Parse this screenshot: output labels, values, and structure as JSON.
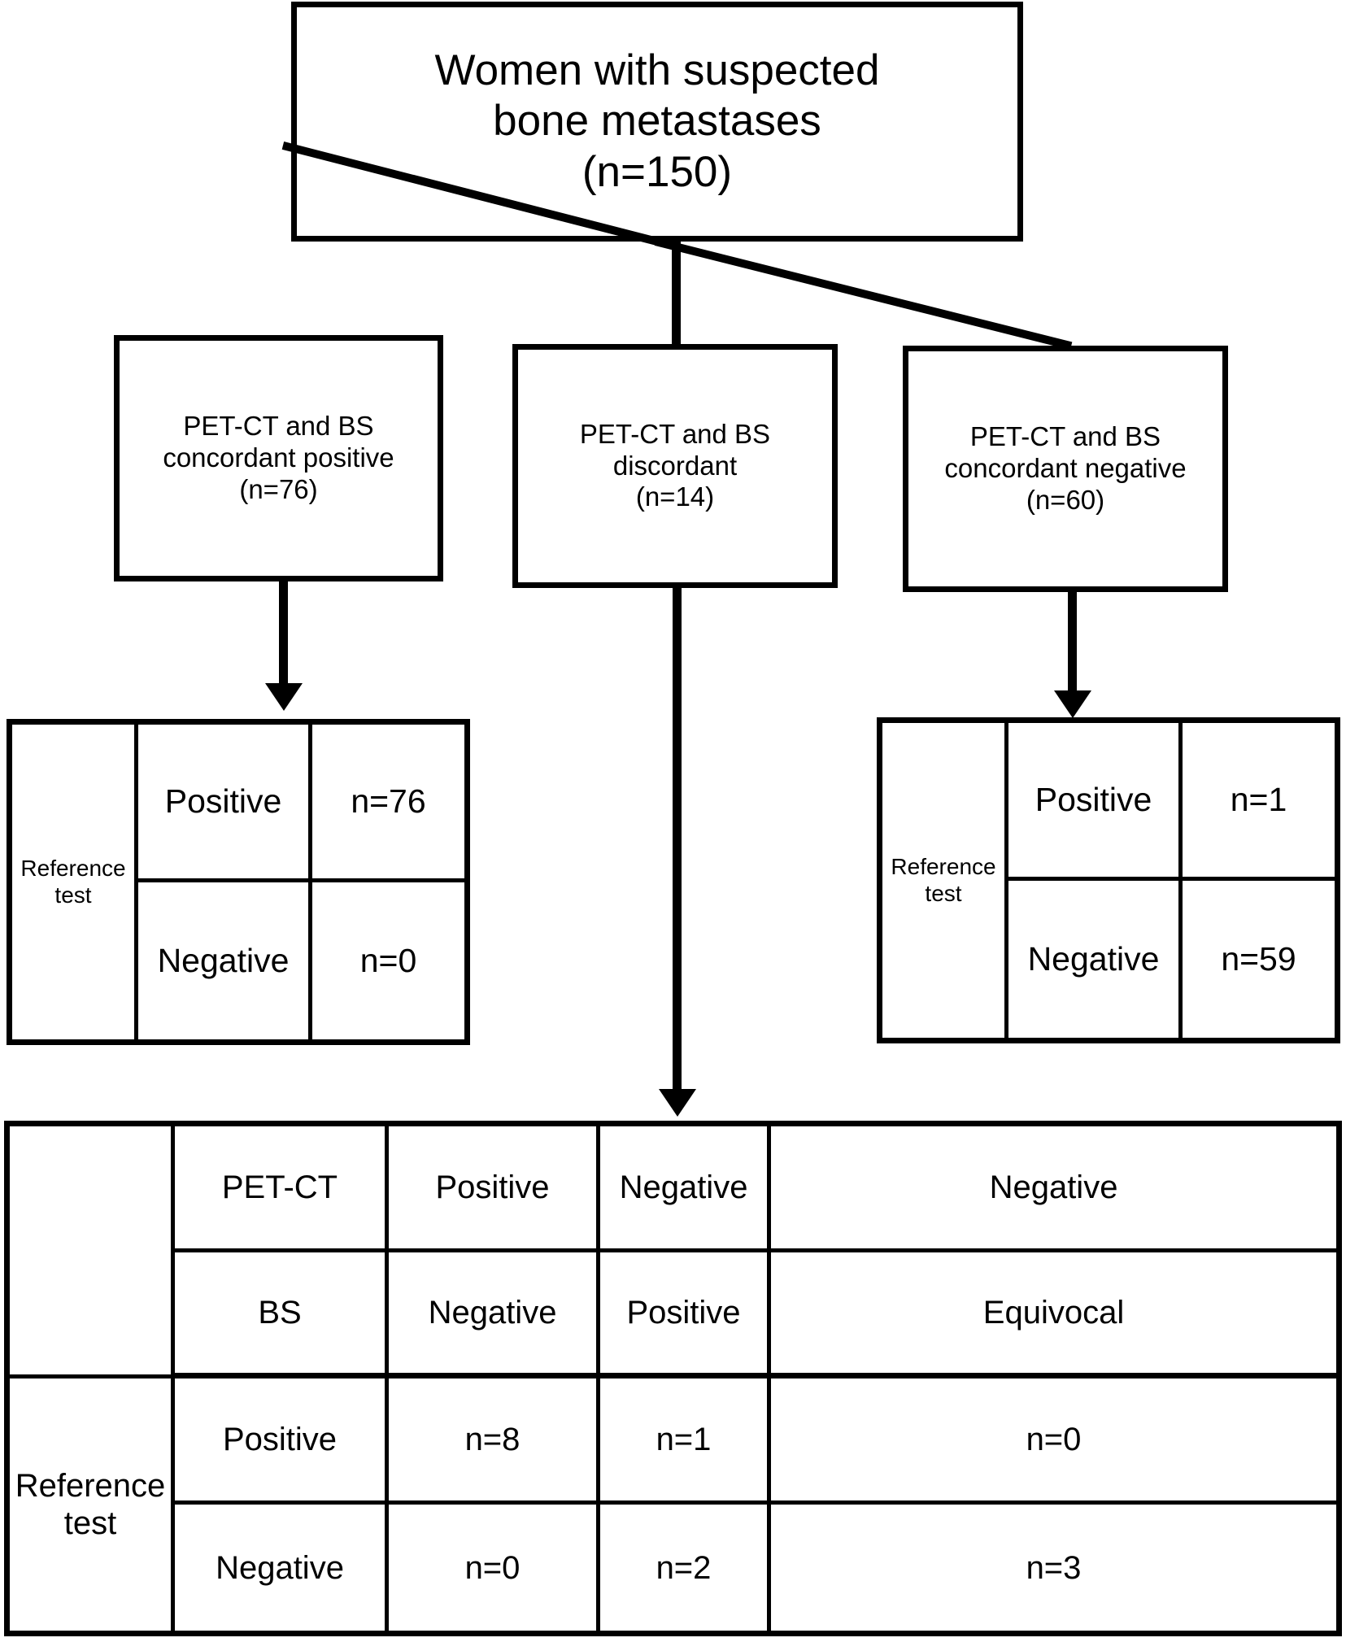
{
  "diagram": {
    "title_box": {
      "text": "Women with suspected\nbone metastases\n(n=150)"
    },
    "stage_boxes": [
      {
        "text": "PET-CT and BS\nconcordant positive\n(n=76)"
      },
      {
        "text": "PET-CT and BS\ndiscordant\n(n=14)"
      },
      {
        "text": "PET-CT and BS\nconcordant negative\n(n=60)"
      }
    ],
    "table_left": {
      "reference_label": "Reference\ntest",
      "rows": [
        {
          "label": "Positive",
          "value": "n=76"
        },
        {
          "label": "Negative",
          "value": "n=0"
        }
      ]
    },
    "table_right": {
      "reference_label": "Reference\ntest",
      "rows": [
        {
          "label": "Positive",
          "value": "n=1"
        },
        {
          "label": "Negative",
          "value": "n=59"
        }
      ]
    },
    "table_bottom": {
      "reference_label": "Reference\ntest",
      "header_rows": [
        {
          "modality": "PET-CT",
          "cells": [
            "Positive",
            "Negative",
            "Negative"
          ]
        },
        {
          "modality": "BS",
          "cells": [
            "Negative",
            "Positive",
            "Equivocal"
          ]
        }
      ],
      "data_rows": [
        {
          "label": "Positive",
          "cells": [
            "n=8",
            "n=1",
            "n=0"
          ]
        },
        {
          "label": "Negative",
          "cells": [
            "n=0",
            "n=2",
            "n=3"
          ]
        }
      ]
    },
    "colors": {
      "stroke": "#000000",
      "background": "#ffffff"
    }
  }
}
